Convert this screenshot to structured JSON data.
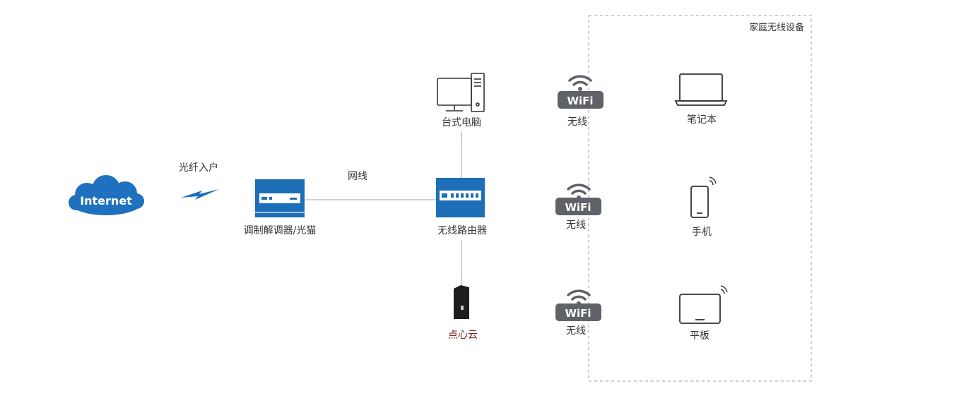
{
  "colors": {
    "line": "#b8c4d0",
    "device_blue": "#1d6fb8",
    "cloud_blue": "#1f70bf",
    "wifi_dark": "#5f6368",
    "outline_dark": "#333333",
    "highlight_text": "#7a1f1f",
    "dashed_box": "#9aa0a6"
  },
  "internet": {
    "label": "Internet",
    "icon": "cloud-icon"
  },
  "fiber": {
    "label": "光纤入户",
    "icon": "lightning-icon"
  },
  "modem": {
    "label": "调制解调器/光猫",
    "icon": "modem-icon"
  },
  "cable": {
    "label": "网线"
  },
  "router": {
    "label": "无线路由器",
    "icon": "router-icon"
  },
  "desktop": {
    "label": "台式电脑",
    "icon": "desktop-icon"
  },
  "nas": {
    "label": "点心云",
    "icon": "nas-icon"
  },
  "wireless_links": [
    {
      "badge": "WiFi",
      "label": "无线"
    },
    {
      "badge": "WiFi",
      "label": "无线"
    },
    {
      "badge": "WiFi",
      "label": "无线"
    }
  ],
  "home_group": {
    "title": "家庭无线设备",
    "devices": [
      {
        "label": "笔记本",
        "icon": "laptop-icon"
      },
      {
        "label": "手机",
        "icon": "phone-icon"
      },
      {
        "label": "平板",
        "icon": "tablet-icon"
      }
    ]
  }
}
